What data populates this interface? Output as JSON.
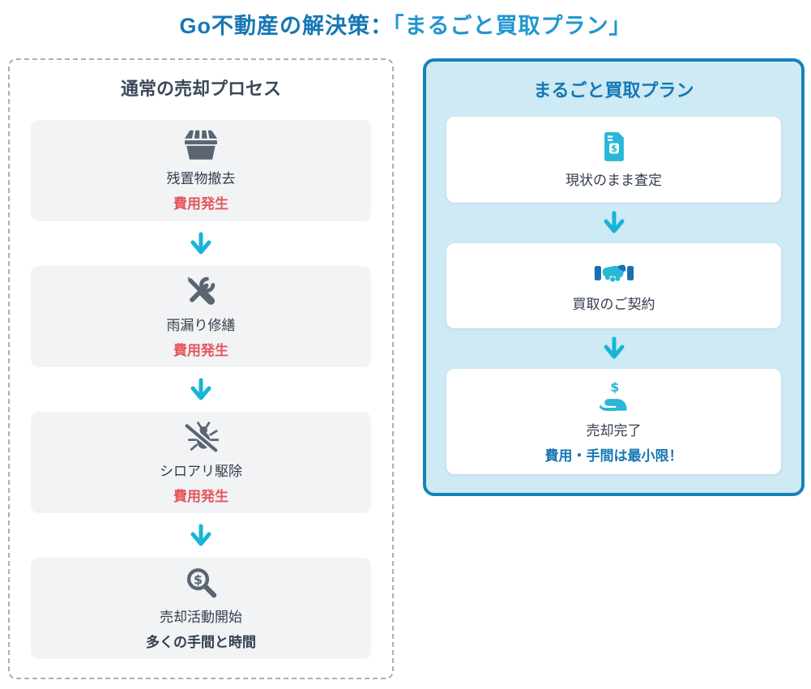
{
  "title": {
    "prefix": "Go不動産の解決策：",
    "plan": "「まるごと買取プラン」"
  },
  "left_panel": {
    "heading": "通常の売却プロセス",
    "steps": [
      {
        "icon": "dumpster-icon",
        "label": "残置物撤去",
        "note": "費用発生"
      },
      {
        "icon": "screwdriver-wrench-icon",
        "label": "雨漏り修繕",
        "note": "費用発生"
      },
      {
        "icon": "bug-slash-icon",
        "label": "シロアリ駆除",
        "note": "費用発生"
      },
      {
        "icon": "magnifier-dollar-icon",
        "label": "売却活動開始",
        "note": "多くの手間と時間"
      }
    ]
  },
  "right_panel": {
    "heading": "まるごと買取プラン",
    "steps": [
      {
        "icon": "invoice-dollar-icon",
        "label": "現状のまま査定"
      },
      {
        "icon": "handshake-icon",
        "label": "買取のご契約"
      },
      {
        "icon": "hand-dollar-icon",
        "label": "売却完了",
        "note": "費用・手間は最小限！"
      }
    ]
  },
  "colors": {
    "title-blue-dark": "#1677b3",
    "title-blue-light": "#2196d0",
    "left-heading": "#3c4759",
    "label-text": "#333e4e",
    "cost-red": "#e5555c",
    "card-gray": "#f1f3f5",
    "dashed-border": "#a6aeb8",
    "right-border": "#1583b8",
    "right-bg": "#cdeaf5",
    "icon-gray": "#5b6473",
    "icon-cyan": "#29b7d8",
    "arrow-cyan": "#17b4d8",
    "handshake-dark-blue": "#1a6fb0"
  }
}
